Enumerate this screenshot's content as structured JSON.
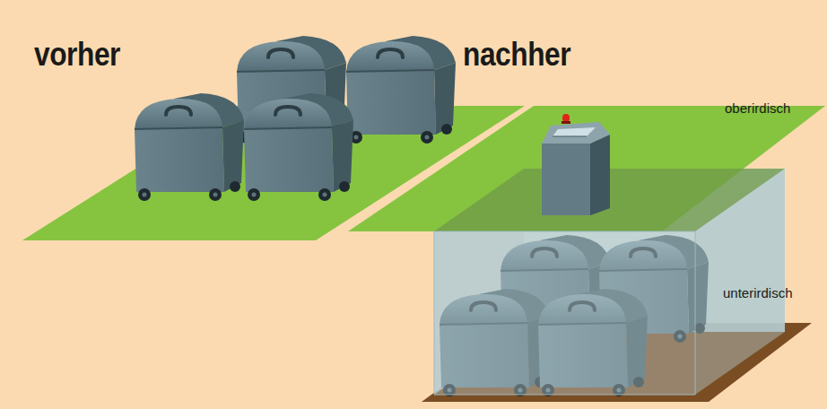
{
  "diagram": {
    "labels": [
      "vorher",
      "nachher",
      "oberirdisch",
      "unterirdisch"
    ]
  }
}
